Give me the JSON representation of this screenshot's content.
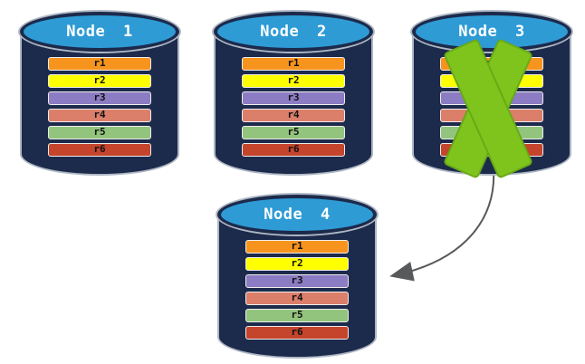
{
  "nodes": [
    {
      "label": "Node 1"
    },
    {
      "label": "Node 2"
    },
    {
      "label": "Node 3",
      "status_icon": "x-mark-icon"
    },
    {
      "label": "Node 4"
    }
  ],
  "rows": [
    {
      "label": "r1",
      "color": "#F7941E"
    },
    {
      "label": "r2",
      "color": "#FFFF00"
    },
    {
      "label": "r3",
      "color": "#8B7CC3"
    },
    {
      "label": "r4",
      "color": "#DB7E6A"
    },
    {
      "label": "r5",
      "color": "#93C47D"
    },
    {
      "label": "r6",
      "color": "#C5442C"
    }
  ],
  "colors": {
    "cylinder_body": "#1C2A4B",
    "cylinder_top": "#2E9BD5",
    "cylinder_outline": "#AEB7C4",
    "row_border": "#EDEDED",
    "row_text": "#111111",
    "title_text": "#FFFFFF",
    "x_mark": "#7EC41D",
    "arrow": "#58595B"
  }
}
